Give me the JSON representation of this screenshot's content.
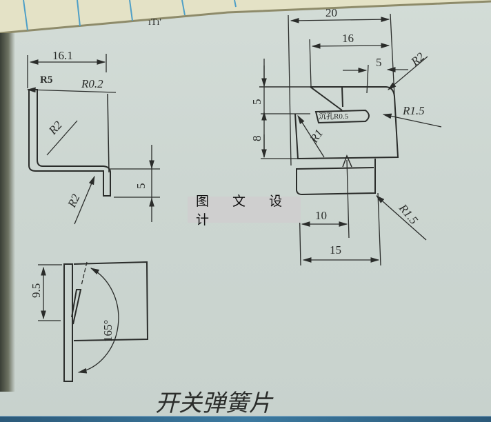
{
  "watermark": {
    "text": "图 文 设 计"
  },
  "handwritten_title": "开关弹簧片",
  "views": {
    "front_view": {
      "dimensions": {
        "width": "16.1",
        "radius_top": "R0.2",
        "radius_inner_bend": "R2",
        "radius_outer_bend": "R2",
        "tab_height": "5"
      },
      "handwritten_annotation": "R5"
    },
    "side_view": {
      "dimensions": {
        "width": "20",
        "inner_width": "16",
        "slot_offset": "5",
        "corner_radius_top": "R2",
        "slot_radius": "R1.5",
        "inner_radius": "R1",
        "height_upper": "5",
        "height_lower": "8",
        "bottom_offset": "10",
        "bottom_width": "15",
        "corner_radius_bottom": "R1.5"
      },
      "slot_annotation": "R1.5",
      "handwritten_slot_note": "沉孔R0.5"
    },
    "top_view": {
      "dimensions": {
        "height": "9.5",
        "angle": "165°"
      }
    }
  },
  "colors": {
    "paper": "#cdd6d1",
    "ink": "#2a2c2a",
    "notebook": "#e6e4c8",
    "grid_line": "#4e9fc7",
    "bottom_bar": "#2c5a7a"
  }
}
